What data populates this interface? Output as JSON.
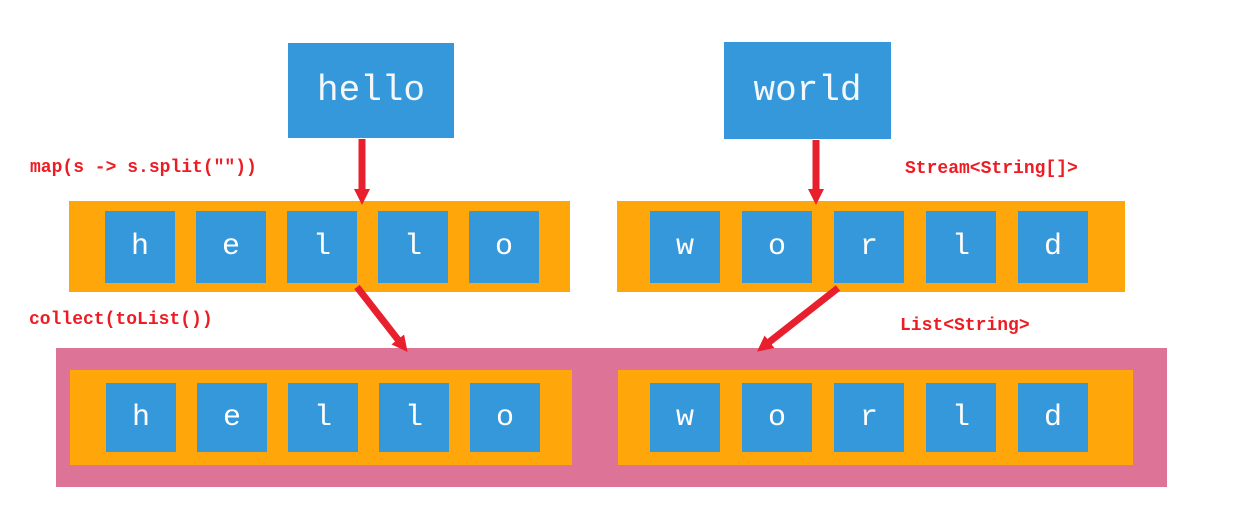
{
  "diagram": {
    "title_semantics": "java-stream-map-collect-diagram",
    "words": [
      {
        "text": "hello"
      },
      {
        "text": "world"
      }
    ],
    "labels": {
      "map_operation": "map(s -> s.split(\"\"))",
      "stream_type": "Stream<String[]>",
      "collect_operation": "collect(toList())",
      "list_type": "List<String>"
    },
    "streams": [
      {
        "word": "hello",
        "letters": [
          "h",
          "e",
          "l",
          "l",
          "o"
        ]
      },
      {
        "word": "world",
        "letters": [
          "w",
          "o",
          "r",
          "l",
          "d"
        ]
      }
    ],
    "lists": [
      {
        "word": "hello",
        "letters": [
          "h",
          "e",
          "l",
          "l",
          "o"
        ]
      },
      {
        "word": "world",
        "letters": [
          "w",
          "o",
          "r",
          "l",
          "d"
        ]
      }
    ],
    "arrows": [
      {
        "name": "hello-to-stream",
        "direction": "down"
      },
      {
        "name": "world-to-stream",
        "direction": "down"
      },
      {
        "name": "stream-hello-to-list",
        "direction": "down-right"
      },
      {
        "name": "stream-world-to-list",
        "direction": "down-left"
      }
    ],
    "colors": {
      "word_box_blue": "#3598db",
      "array_orange": "#ffa70a",
      "list_pink": "#dd7396",
      "arrow_red": "#e8202e",
      "label_red": "#ed1c24",
      "letter_white": "#ffffff",
      "background": "#ffffff"
    }
  }
}
